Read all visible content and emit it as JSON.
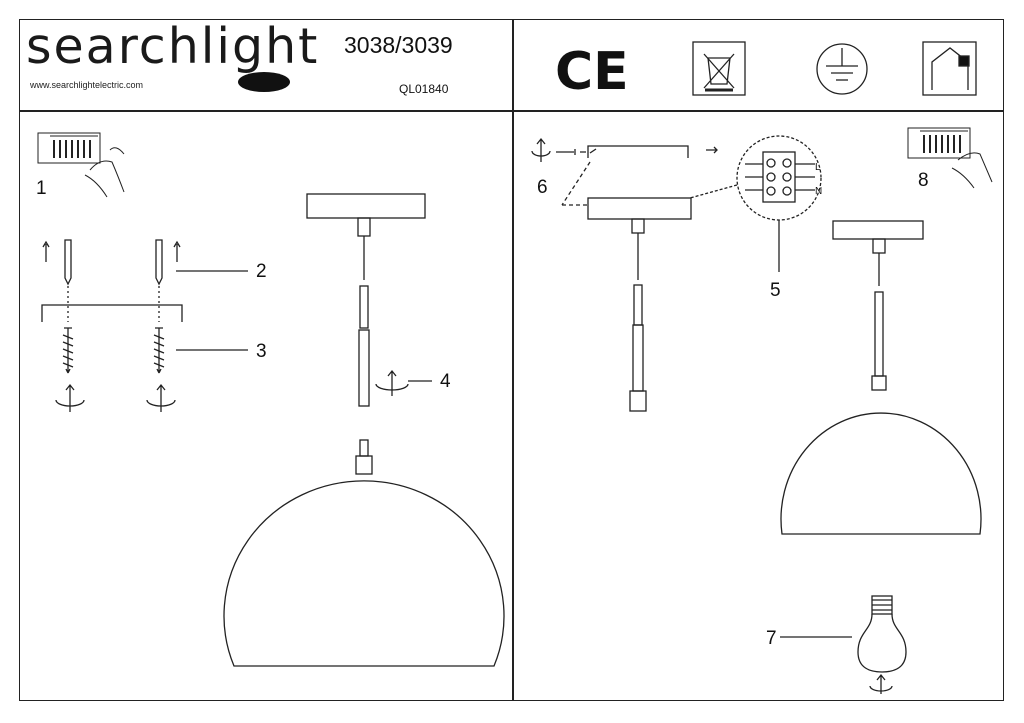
{
  "header": {
    "brand": "searchlight",
    "website": "www.searchlightelectric.com",
    "model_numbers": "3038/3039",
    "document_code": "QL01840"
  },
  "symbols": {
    "ce_mark": "CE",
    "icons": [
      "ce-mark-icon",
      "weee-bin-icon",
      "earth-ground-icon",
      "indoor-use-icon"
    ]
  },
  "steps": {
    "s1": "1",
    "s2": "2",
    "s3": "3",
    "s4": "4",
    "s5": "5",
    "s6": "6",
    "s7": "7",
    "s8": "8"
  },
  "terminal_labels": {
    "live": "L",
    "neutral": "N"
  },
  "colors": {
    "line": "#222222",
    "background": "#ffffff"
  }
}
